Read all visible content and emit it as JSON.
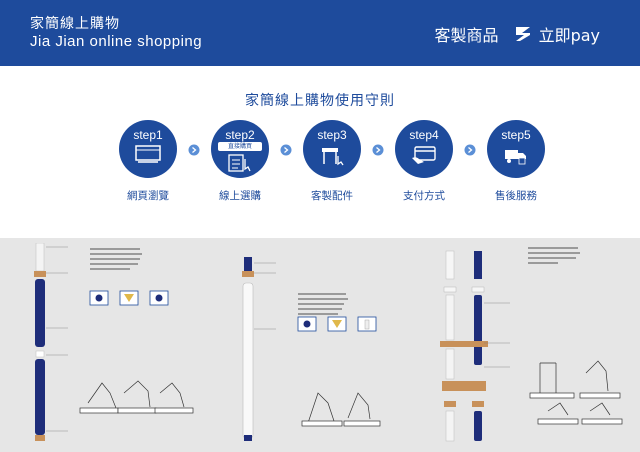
{
  "header": {
    "title_zh": "家簡線上購物",
    "title_en": "Jia Jian online shopping",
    "custom": "客製商品",
    "pay_name": "立即pay"
  },
  "guide": {
    "title": "家簡線上購物使用守則",
    "steps": [
      {
        "name": "step1",
        "caption": "網頁瀏覽",
        "icon": "browser-window-icon"
      },
      {
        "name": "step2",
        "caption": "線上選購",
        "badge": "直接購買",
        "icon": "checklist-pointer-icon"
      },
      {
        "name": "step3",
        "caption": "客製配件",
        "icon": "stool-customize-icon"
      },
      {
        "name": "step4",
        "caption": "支付方式",
        "icon": "credit-card-pay-icon"
      },
      {
        "name": "step5",
        "caption": "售後服務",
        "icon": "delivery-truck-icon"
      }
    ]
  },
  "colors": {
    "brand_blue": "#1e4b9c",
    "panel_bg": "#e6e6e6",
    "wood": "#c8915a"
  }
}
